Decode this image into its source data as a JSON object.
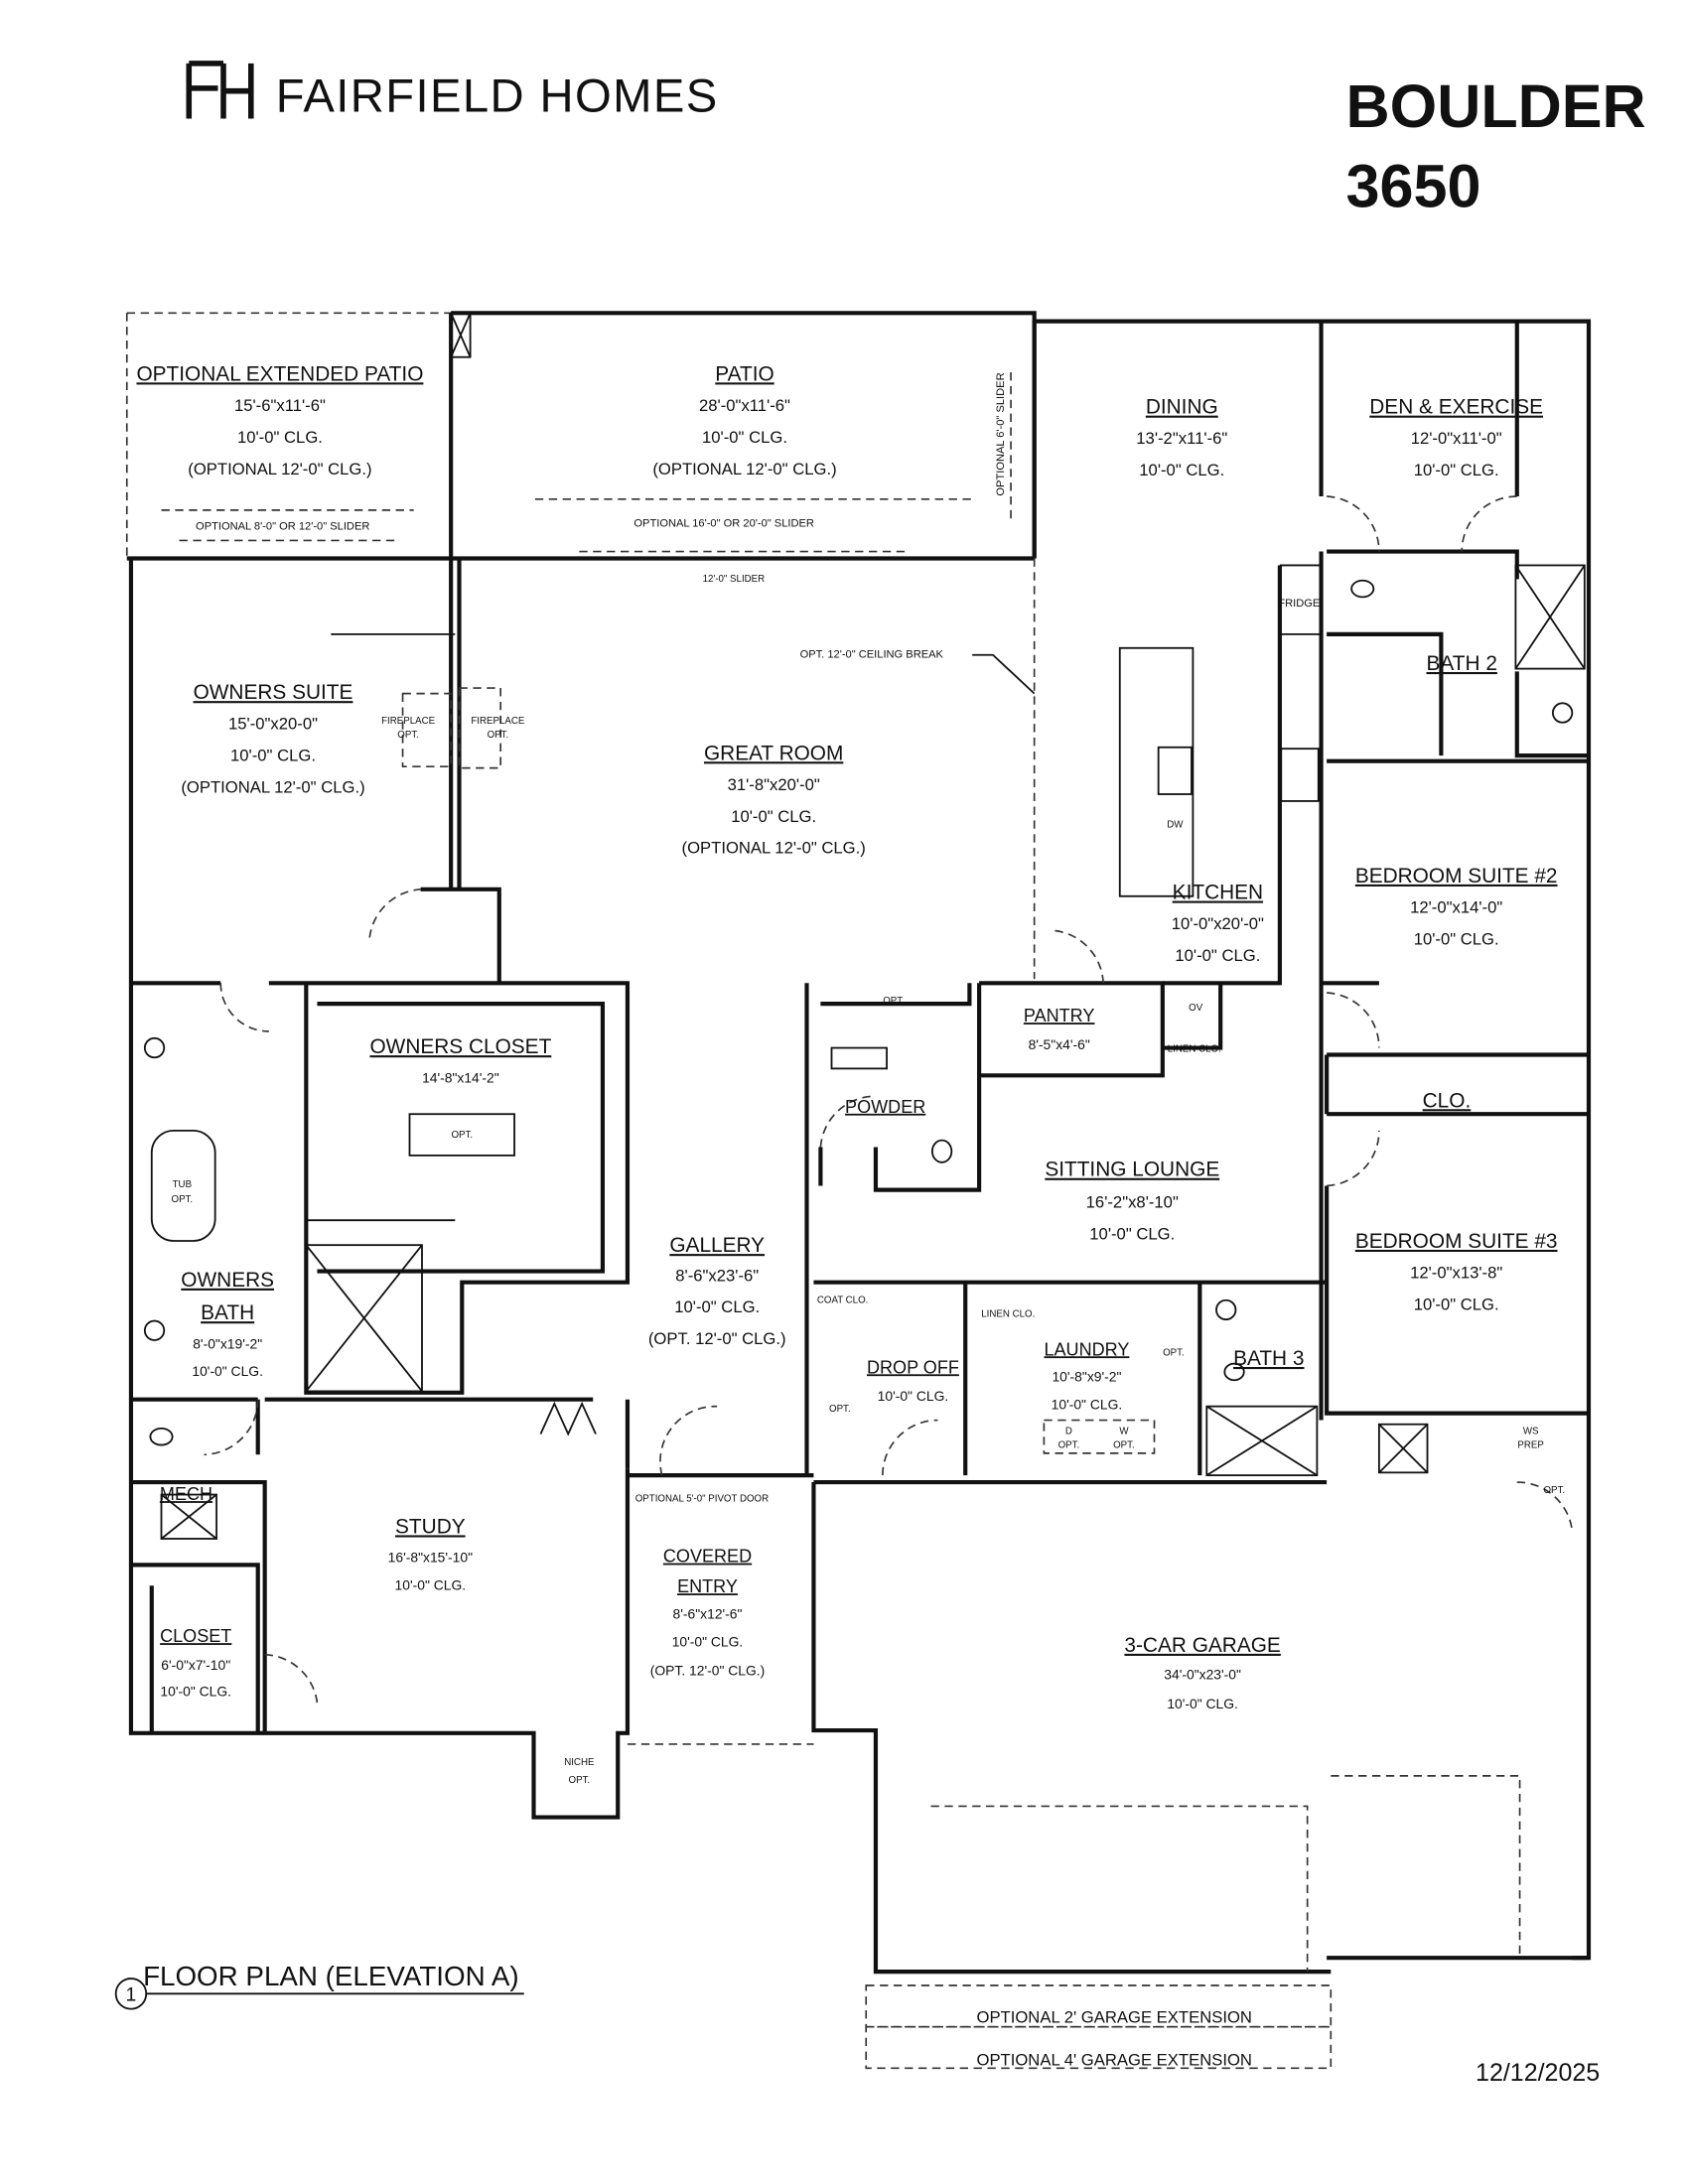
{
  "header": {
    "brand": "FAIRFIELD HOMES",
    "logo_icon": "fh-monogram-icon",
    "plan_name": "BOULDER",
    "plan_number": "3650"
  },
  "rooms": {
    "ext_patio": {
      "name": "OPTIONAL EXTENDED PATIO",
      "size": "15'-6\"x11'-6\"",
      "clg": "10'-0\" CLG.",
      "opt": "(OPTIONAL 12'-0\" CLG.)",
      "slider": "OPTIONAL 8'-0\" OR 12'-0\" SLIDER"
    },
    "patio": {
      "name": "PATIO",
      "size": "28'-0\"x11'-6\"",
      "clg": "10'-0\" CLG.",
      "opt": "(OPTIONAL 12'-0\" CLG.)",
      "slider": "OPTIONAL 16'-0\" OR 20'-0\" SLIDER",
      "main_slider": "12'-0\" SLIDER",
      "side_slider": "OPTIONAL 6'-0\" SLIDER"
    },
    "dining": {
      "name": "DINING",
      "size": "13'-2\"x11'-6\"",
      "clg": "10'-0\" CLG."
    },
    "den": {
      "name": "DEN & EXERCISE",
      "size": "12'-0\"x11'-0\"",
      "clg": "10'-0\" CLG."
    },
    "owners_suite": {
      "name": "OWNERS SUITE",
      "size": "15'-0\"x20-0\"",
      "clg": "10'-0\" CLG.",
      "opt": "(OPTIONAL 12'-0\" CLG.)"
    },
    "fireplace1": {
      "a": "FIREPLACE",
      "b": "OPT."
    },
    "fireplace2": {
      "a": "FIREPLACE",
      "b": "OPT."
    },
    "great_room": {
      "name": "GREAT ROOM",
      "size": "31'-8\"x20'-0\"",
      "clg": "10'-0\" CLG.",
      "opt": "(OPTIONAL 12'-0\" CLG.)",
      "ceiling_break": "OPT. 12'-0\" CEILING BREAK"
    },
    "kitchen": {
      "name": "KITCHEN",
      "size": "10'-0\"x20'-0\"",
      "clg": "10'-0\" CLG.",
      "fridge": "FRIDGE",
      "dw": "DW",
      "ov": "OV"
    },
    "bath2": {
      "name": "BATH 2"
    },
    "bedroom2": {
      "name": "BEDROOM SUITE #2",
      "size": "12'-0\"x14'-0\"",
      "clg": "10'-0\" CLG."
    },
    "pantry": {
      "name": "PANTRY",
      "size": "8'-5\"x4'-6\"",
      "opt": "OPT."
    },
    "linen_clo_1": {
      "name": "LINEN CLO."
    },
    "owners_closet": {
      "name": "OWNERS CLOSET",
      "size": "14'-8\"x14'-2\"",
      "opt": "OPT."
    },
    "powder": {
      "name": "POWDER"
    },
    "clo": {
      "name": "CLO."
    },
    "sitting_lounge": {
      "name": "SITTING LOUNGE",
      "size": "16'-2\"x8'-10\"",
      "clg": "10'-0\" CLG."
    },
    "bedroom3": {
      "name": "BEDROOM SUITE #3",
      "size": "12'-0\"x13'-8\"",
      "clg": "10'-0\" CLG."
    },
    "tub": {
      "a": "TUB",
      "b": "OPT."
    },
    "gallery": {
      "name": "GALLERY",
      "size": "8'-6\"x23'-6\"",
      "clg": "10'-0\" CLG.",
      "opt": "(OPT. 12'-0\" CLG.)"
    },
    "owners_bath": {
      "name1": "OWNERS",
      "name2": "BATH",
      "size": "8'-0\"x19'-2\"",
      "clg": "10'-0\" CLG."
    },
    "coat_clo": {
      "name": "COAT CLO."
    },
    "linen_clo_2": {
      "name": "LINEN CLO."
    },
    "laundry": {
      "name": "LAUNDRY",
      "size": "10'-8\"x9'-2\"",
      "clg": "10'-0\" CLG.",
      "opt": "OPT.",
      "d": "D",
      "d_opt": "OPT.",
      "w": "W",
      "w_opt": "OPT."
    },
    "bath3": {
      "name": "BATH 3"
    },
    "drop_off": {
      "name": "DROP OFF",
      "clg": "10'-0\" CLG.",
      "opt": "OPT."
    },
    "ws_prep": {
      "a": "WS",
      "b": "PREP",
      "opt": "OPT."
    },
    "mech": {
      "name": "MECH"
    },
    "pivot_door": {
      "label": "OPTIONAL 5'-0\" PIVOT DOOR"
    },
    "study": {
      "name": "STUDY",
      "size": "16'-8\"x15'-10\"",
      "clg": "10'-0\" CLG."
    },
    "covered_entry": {
      "name1": "COVERED",
      "name2": "ENTRY",
      "size": "8'-6\"x12'-6\"",
      "clg": "10'-0\" CLG.",
      "opt": "(OPT. 12'-0\" CLG.)"
    },
    "closet": {
      "name": "CLOSET",
      "size": "6'-0\"x7'-10\"",
      "clg": "10'-0\" CLG."
    },
    "garage": {
      "name": "3-CAR GARAGE",
      "size": "34'-0\"x23'-0\"",
      "clg": "10'-0\" CLG.",
      "ext2": "OPTIONAL 2' GARAGE EXTENSION",
      "ext4": "OPTIONAL 4' GARAGE EXTENSION"
    },
    "niche": {
      "a": "NICHE",
      "b": "OPT."
    }
  },
  "footer": {
    "callout_number": "1",
    "drawing_title": "FLOOR PLAN (ELEVATION A)",
    "date": "12/12/2025"
  }
}
